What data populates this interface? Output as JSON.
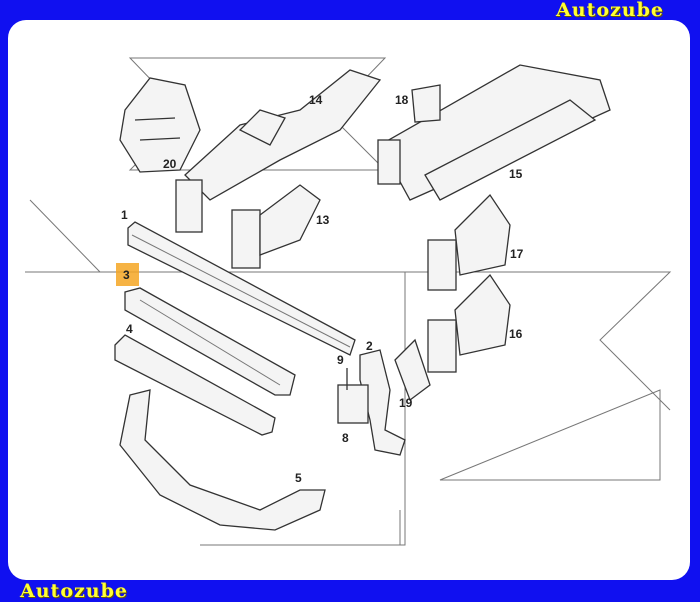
{
  "brand": {
    "top": "Autozube",
    "bottom": "Autozube"
  },
  "diagram": {
    "highlight_color": "#f5a623",
    "highlighted_part": "3",
    "callouts": [
      "1",
      "2",
      "3",
      "4",
      "5",
      "8",
      "9",
      "13",
      "14",
      "15",
      "16",
      "17",
      "18",
      "19",
      "20"
    ]
  }
}
